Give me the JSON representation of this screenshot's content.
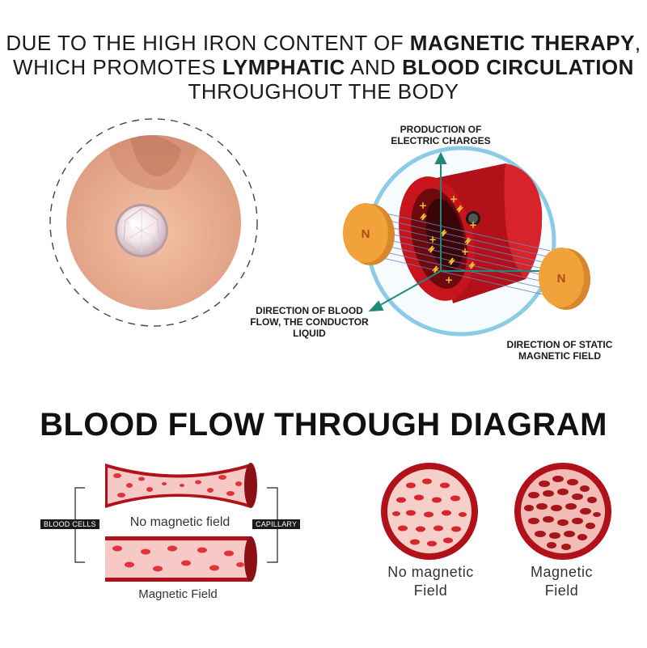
{
  "headline": {
    "line1_a": "DUE TO THE HIGH IRON CONTENT OF ",
    "line1_b": "MAGNETIC THERAPY",
    "line1_c": ",",
    "line2_a": "WHICH PROMOTES ",
    "line2_b": "LYMPHATIC",
    "line2_c": " AND ",
    "line2_d": "BLOOD CIRCULATION",
    "line3": "THROUGHOUT THE BODY"
  },
  "diagram": {
    "label_production": [
      "PRODUCTION OF",
      "ELECTRIC CHARGES"
    ],
    "label_flow": [
      "DIRECTION OF BLOOD",
      "FLOW, THE CONDUCTOR",
      "LIQUID"
    ],
    "label_field": [
      "DIRECTION OF STATIC",
      "MAGNETIC FIELD"
    ],
    "magnet_letter_left": "N",
    "magnet_letter_right": "N"
  },
  "section_title": "BLOOD FLOW THROUGH DIAGRAM",
  "vessels": {
    "tag_left": "BLOOD CELLS",
    "tag_right": "CAPILLARY",
    "caption_top": "No magnetic field",
    "caption_bottom": "Magnetic Field"
  },
  "cross_sections": {
    "left_line1": "No magnetic",
    "left_line2": "Field",
    "right_line1": "Magnetic",
    "right_line2": "Field"
  },
  "colors": {
    "red": "#c8141c",
    "dark_red": "#8e0f14",
    "magnet_orange": "#f2a23a",
    "field_blue": "#8ccbe6",
    "axis_teal": "#1f8a7a"
  }
}
